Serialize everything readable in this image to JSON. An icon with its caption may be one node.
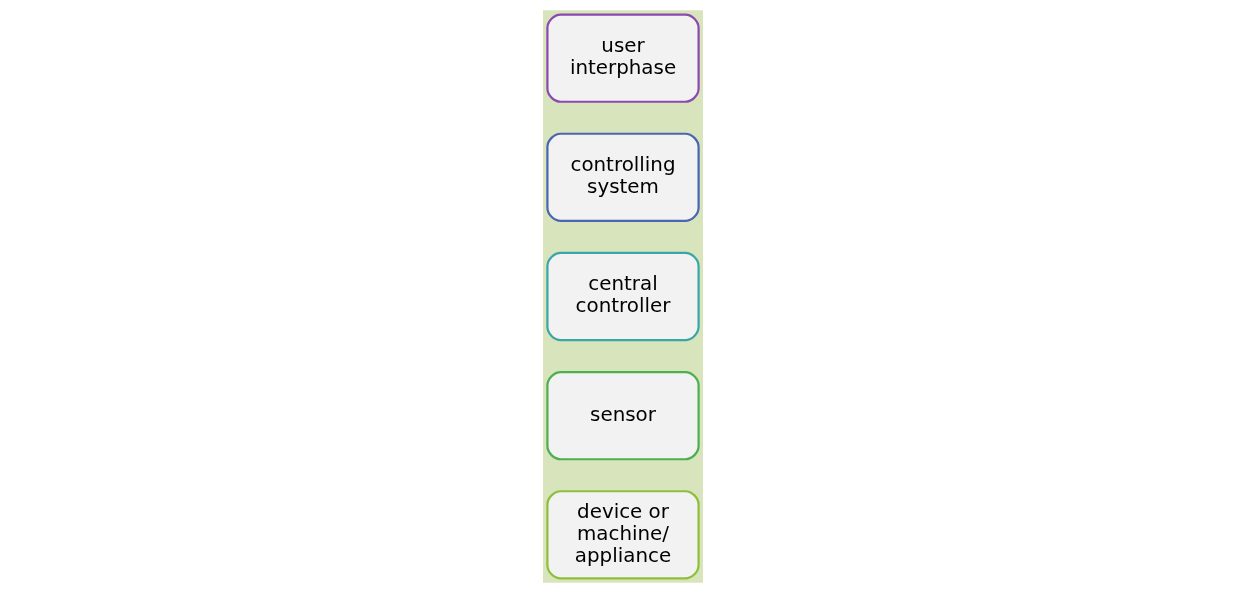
{
  "diagram": {
    "nodes": [
      {
        "text": [
          "device or machine/ appliance"
        ]
      },
      {
        "text": [
          "sensor"
        ]
      },
      {
        "text": [
          "central controller"
        ]
      },
      {
        "text": [
          "controlling system"
        ]
      },
      {
        "text": [
          "user interphase"
        ]
      }
    ]
  }
}
